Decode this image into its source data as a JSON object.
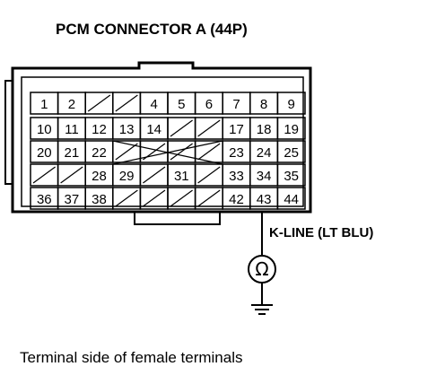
{
  "title": "PCM CONNECTOR A (44P)",
  "wire_label": "K-LINE (LT BLU)",
  "caption": "Terminal side of female terminals",
  "meter_symbol": "Ω",
  "probe_terminal": "43",
  "rows": [
    [
      "1",
      "2",
      "",
      "",
      "4",
      "5",
      "6",
      "7",
      "8",
      "9"
    ],
    [
      "10",
      "11",
      "12",
      "13",
      "14",
      "",
      "",
      "17",
      "18",
      "19"
    ],
    [
      "20",
      "21",
      "22",
      "",
      "",
      "",
      "",
      "23",
      "24",
      "25"
    ],
    [
      "",
      "",
      "28",
      "29",
      "",
      "31",
      "",
      "33",
      "34",
      "35"
    ],
    [
      "36",
      "37",
      "38",
      "",
      "",
      "",
      "",
      "42",
      "43",
      "44"
    ]
  ]
}
